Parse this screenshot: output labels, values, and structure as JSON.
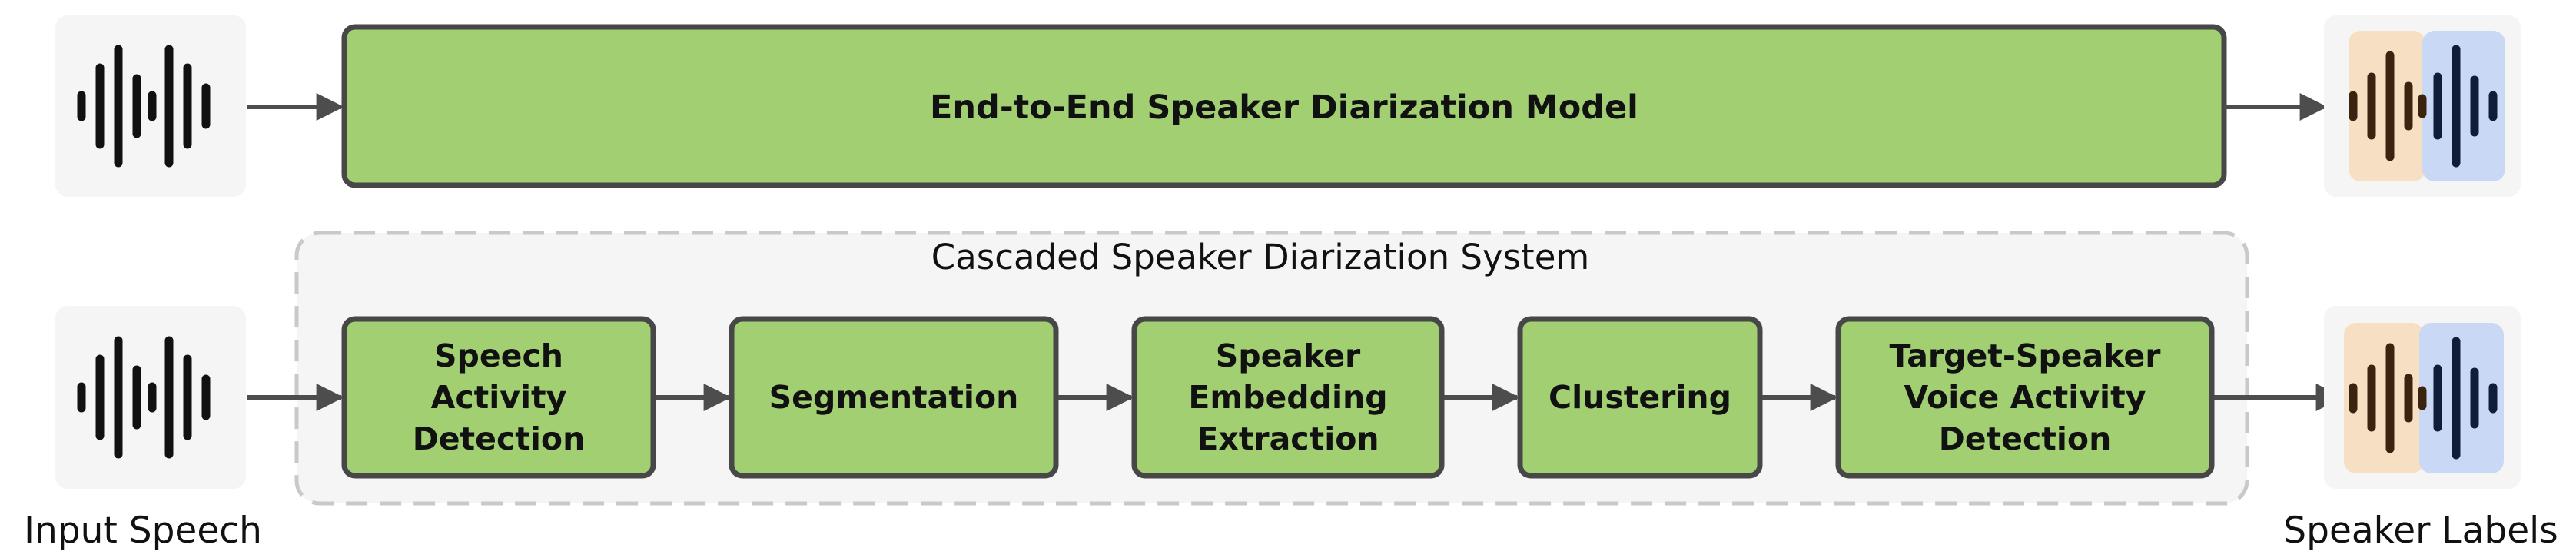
{
  "diagram": {
    "top_row": {
      "model_label": "End-to-End Speaker Diarization Model"
    },
    "cascaded": {
      "title": "Cascaded Speaker Diarization System",
      "stages": [
        [
          "Speech",
          "Activity",
          "Detection"
        ],
        [
          "Segmentation"
        ],
        [
          "Speaker",
          "Embedding",
          "Extraction"
        ],
        [
          "Clustering"
        ],
        [
          "Target-Speaker",
          "Voice Activity",
          "Detection"
        ]
      ]
    },
    "input_label": "Input Speech",
    "output_label": "Speaker Labels"
  },
  "colors": {
    "box_fill": "#a3cf73",
    "box_stroke": "#474747",
    "arrow": "#4d4d4d",
    "panel_fill": "#f5f5f5",
    "dashed_border": "#c9c9c9",
    "wave": "#111111",
    "speaker_a_fill": "#f7dfc3",
    "speaker_a_wave": "#3a2410",
    "speaker_b_fill": "#c9d8f4",
    "speaker_b_wave": "#0f1c3a"
  },
  "icons": [
    "waveform-icon",
    "speaker-labels-icon"
  ]
}
